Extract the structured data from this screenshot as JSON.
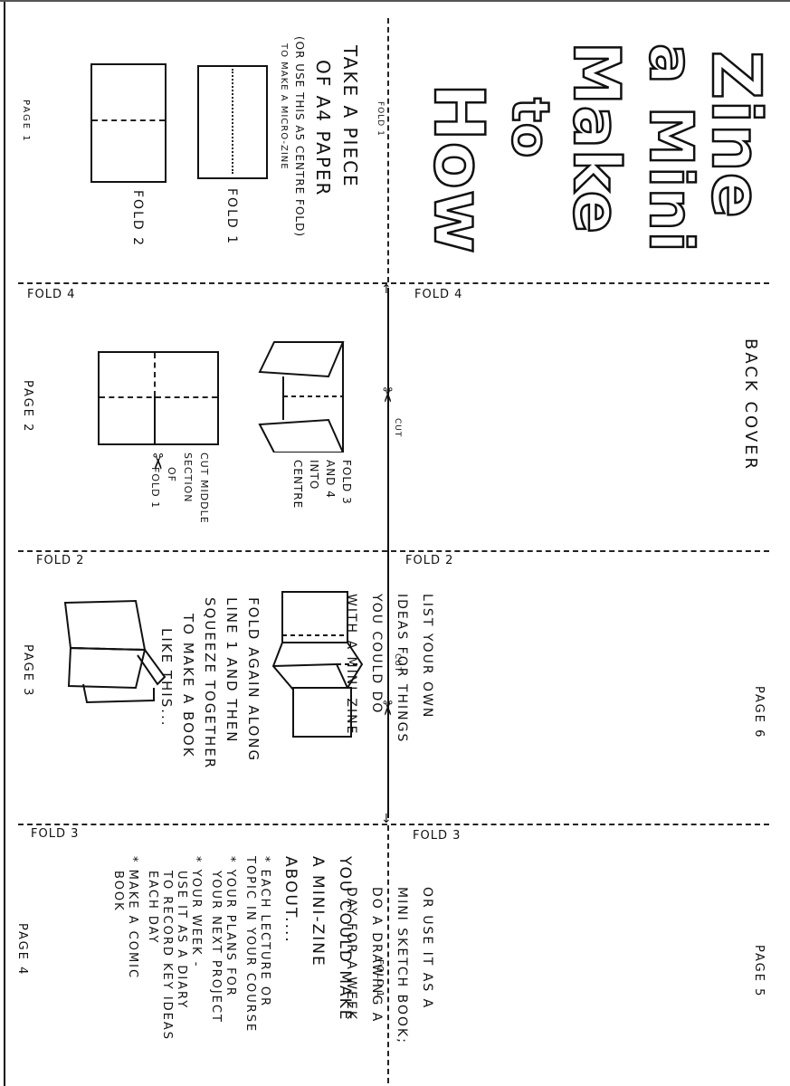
{
  "title": {
    "lines": [
      "How",
      "to",
      "Make",
      "a Mini",
      "Zine"
    ]
  },
  "folds": {
    "fold1": "FOLD 1",
    "fold2": "FOLD 2",
    "fold3": "FOLD 3",
    "fold4": "FOLD 4",
    "cut": "CUT"
  },
  "page1": {
    "label": "PAGE 1",
    "heading_line1": "TAKE A PIECE",
    "heading_line2": "OF A4 PAPER",
    "note_line1": "(OR USE THIS A5 CENTRE FOLD)",
    "note_line2": "TO MAKE A MICRO-ZINE",
    "diagram1_label": "FOLD 1",
    "diagram2_label": "FOLD 2"
  },
  "page2": {
    "label": "PAGE 2",
    "instruction_a": [
      "FOLD 3",
      "AND 4",
      "INTO",
      "CENTRE"
    ],
    "instruction_b": [
      "CUT MIDDLE",
      "SECTION",
      "OF",
      "FOLD 1"
    ]
  },
  "page3": {
    "label": "PAGE 3",
    "text": [
      "FOLD AGAIN ALONG",
      "LINE 1  AND THEN",
      "SQUEEZE TOGETHER",
      "TO MAKE A BOOK",
      "LIKE THIS..."
    ]
  },
  "page4": {
    "label": "PAGE 4",
    "intro": [
      "YOU COULD MAKE",
      "A MINI-ZINE",
      "ABOUT...."
    ],
    "bullets": [
      [
        "* EACH LECTURE OR",
        "TOPIC IN YOUR COURSE"
      ],
      [
        "* YOUR PLANS FOR",
        "YOUR NEXT PROJECT"
      ],
      [
        "* YOUR WEEK -",
        "USE IT AS A DIARY",
        "TO RECORD KEY IDEAS",
        "EACH DAY"
      ],
      [
        "* MAKE A COMIC",
        "BOOK"
      ]
    ]
  },
  "page5": {
    "label": "PAGE 5",
    "text": [
      "OR USE IT AS A",
      "MINI SKETCH BOOK;",
      "DO A DRAWING A",
      "DAY FOR A WEEK"
    ]
  },
  "page6": {
    "label": "PAGE 6",
    "text": [
      "LIST YOUR OWN",
      "IDEAS FOR THINGS",
      "YOU COULD DO",
      "WITH A MINI-ZINE"
    ]
  },
  "back_cover": {
    "label": "BACK COVER"
  },
  "colors": {
    "ink": "#111111",
    "paper": "#ffffff"
  }
}
